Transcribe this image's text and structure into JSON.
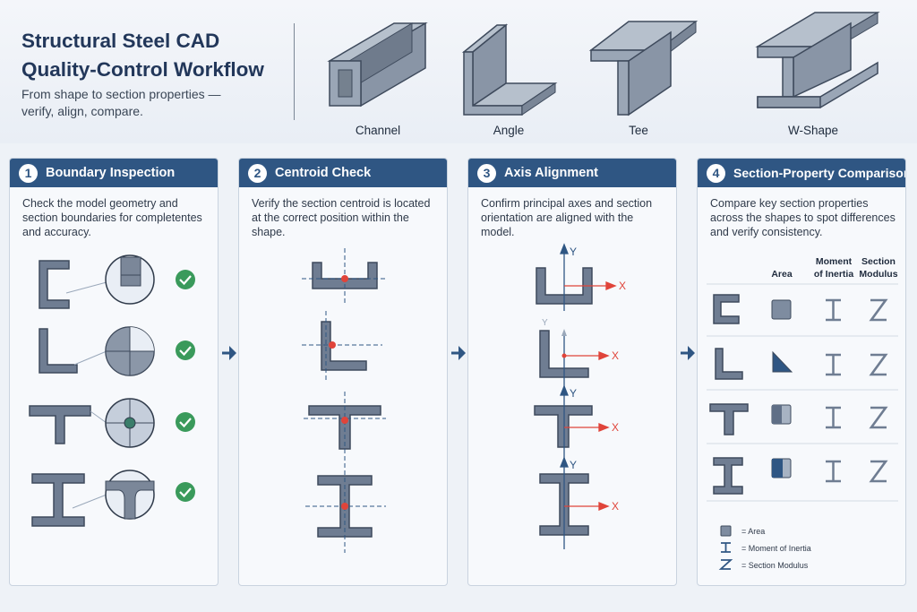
{
  "header": {
    "title_line1": "Structural Steel CAD",
    "title_line2": "Quality-Control Workflow",
    "subtitle_line1": "From shape to section properties —",
    "subtitle_line2": "verify, align, compare."
  },
  "shapes": [
    {
      "icon": "channel-3d-icon",
      "label": "Channel"
    },
    {
      "icon": "angle-3d-icon",
      "label": "Angle"
    },
    {
      "icon": "tee-3d-icon",
      "label": "Tee"
    },
    {
      "icon": "w-shape-3d-icon",
      "label": "W-Shape"
    }
  ],
  "steps": [
    {
      "num": "1",
      "title": "Boundary Inspection",
      "desc": "Check the model geometry and section boundaries for completentes and accuracy."
    },
    {
      "num": "2",
      "title": "Centroid Check",
      "desc": "Verify the section centroid is located at the correct position within the shape."
    },
    {
      "num": "3",
      "title": "Axis Alignment",
      "desc": "Confirm principal axes and section orientation are aligned with the model.",
      "axis_x": "X",
      "axis_y": "Y"
    },
    {
      "num": "4",
      "title": "Section-Property Comparison",
      "desc": "Compare key section properties across the shapes to spot differences and verify consistency.",
      "columns": [
        {
          "line1": "Area",
          "line2": ""
        },
        {
          "line1": "Moment",
          "line2": "of Inertia"
        },
        {
          "line1": "Section",
          "line2": "Modulus"
        }
      ],
      "legend": [
        "= Area",
        "= Moment of Inertia",
        "= Section Modulus"
      ]
    }
  ],
  "colors": {
    "header_bar": "#2f5683",
    "shape_fill": "#6f7d92",
    "shape_stroke": "#3e4a5c",
    "check": "#3a9a5b",
    "centroid": "#e0443a",
    "axis_y": "#2f5683",
    "axis_x": "#e0443a"
  }
}
